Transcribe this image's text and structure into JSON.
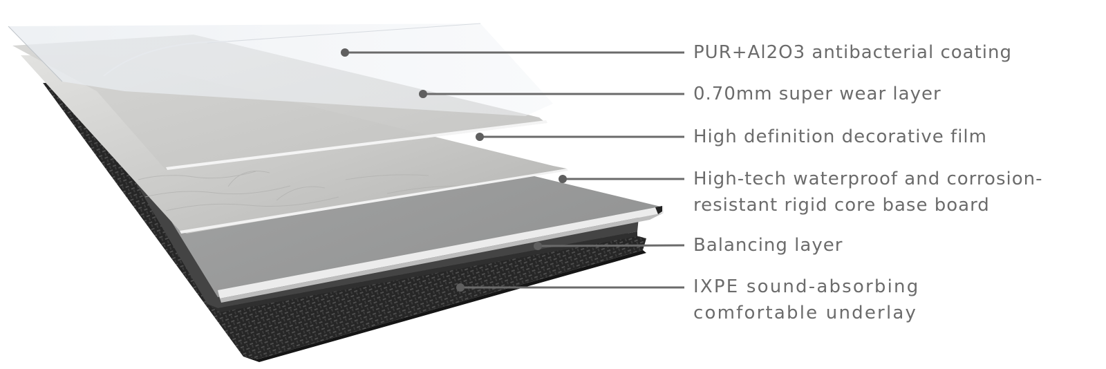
{
  "diagram": {
    "type": "exploded layer diagram",
    "subject": "rigid core flooring plank",
    "colors": {
      "text": "#6b6b6b",
      "leader_line": "#6a6a6a",
      "leader_dot": "#5f5f5f",
      "coating": "#eef1f4",
      "wear_layer": "#e4e6e8",
      "decor_film": "#c9c9c7",
      "core_top": "#9fa0a0",
      "core_edge": "#e9e9e9",
      "balancing": "#4a4a4a",
      "underlay": "#2b2b2b"
    },
    "layers": [
      {
        "id": "coating",
        "line1": "PUR+Al2O3 antibacterial coating",
        "line2": ""
      },
      {
        "id": "wear",
        "line1": "0.70mm super wear layer",
        "line2": ""
      },
      {
        "id": "film",
        "line1": "High definition decorative film",
        "line2": ""
      },
      {
        "id": "core",
        "line1": "High-tech waterproof and corrosion-",
        "line2": "resistant rigid core base board"
      },
      {
        "id": "balancing",
        "line1": "Balancing layer",
        "line2": ""
      },
      {
        "id": "underlay",
        "line1": "IXPE sound-absorbing",
        "line2": "comfortable underlay"
      }
    ]
  }
}
